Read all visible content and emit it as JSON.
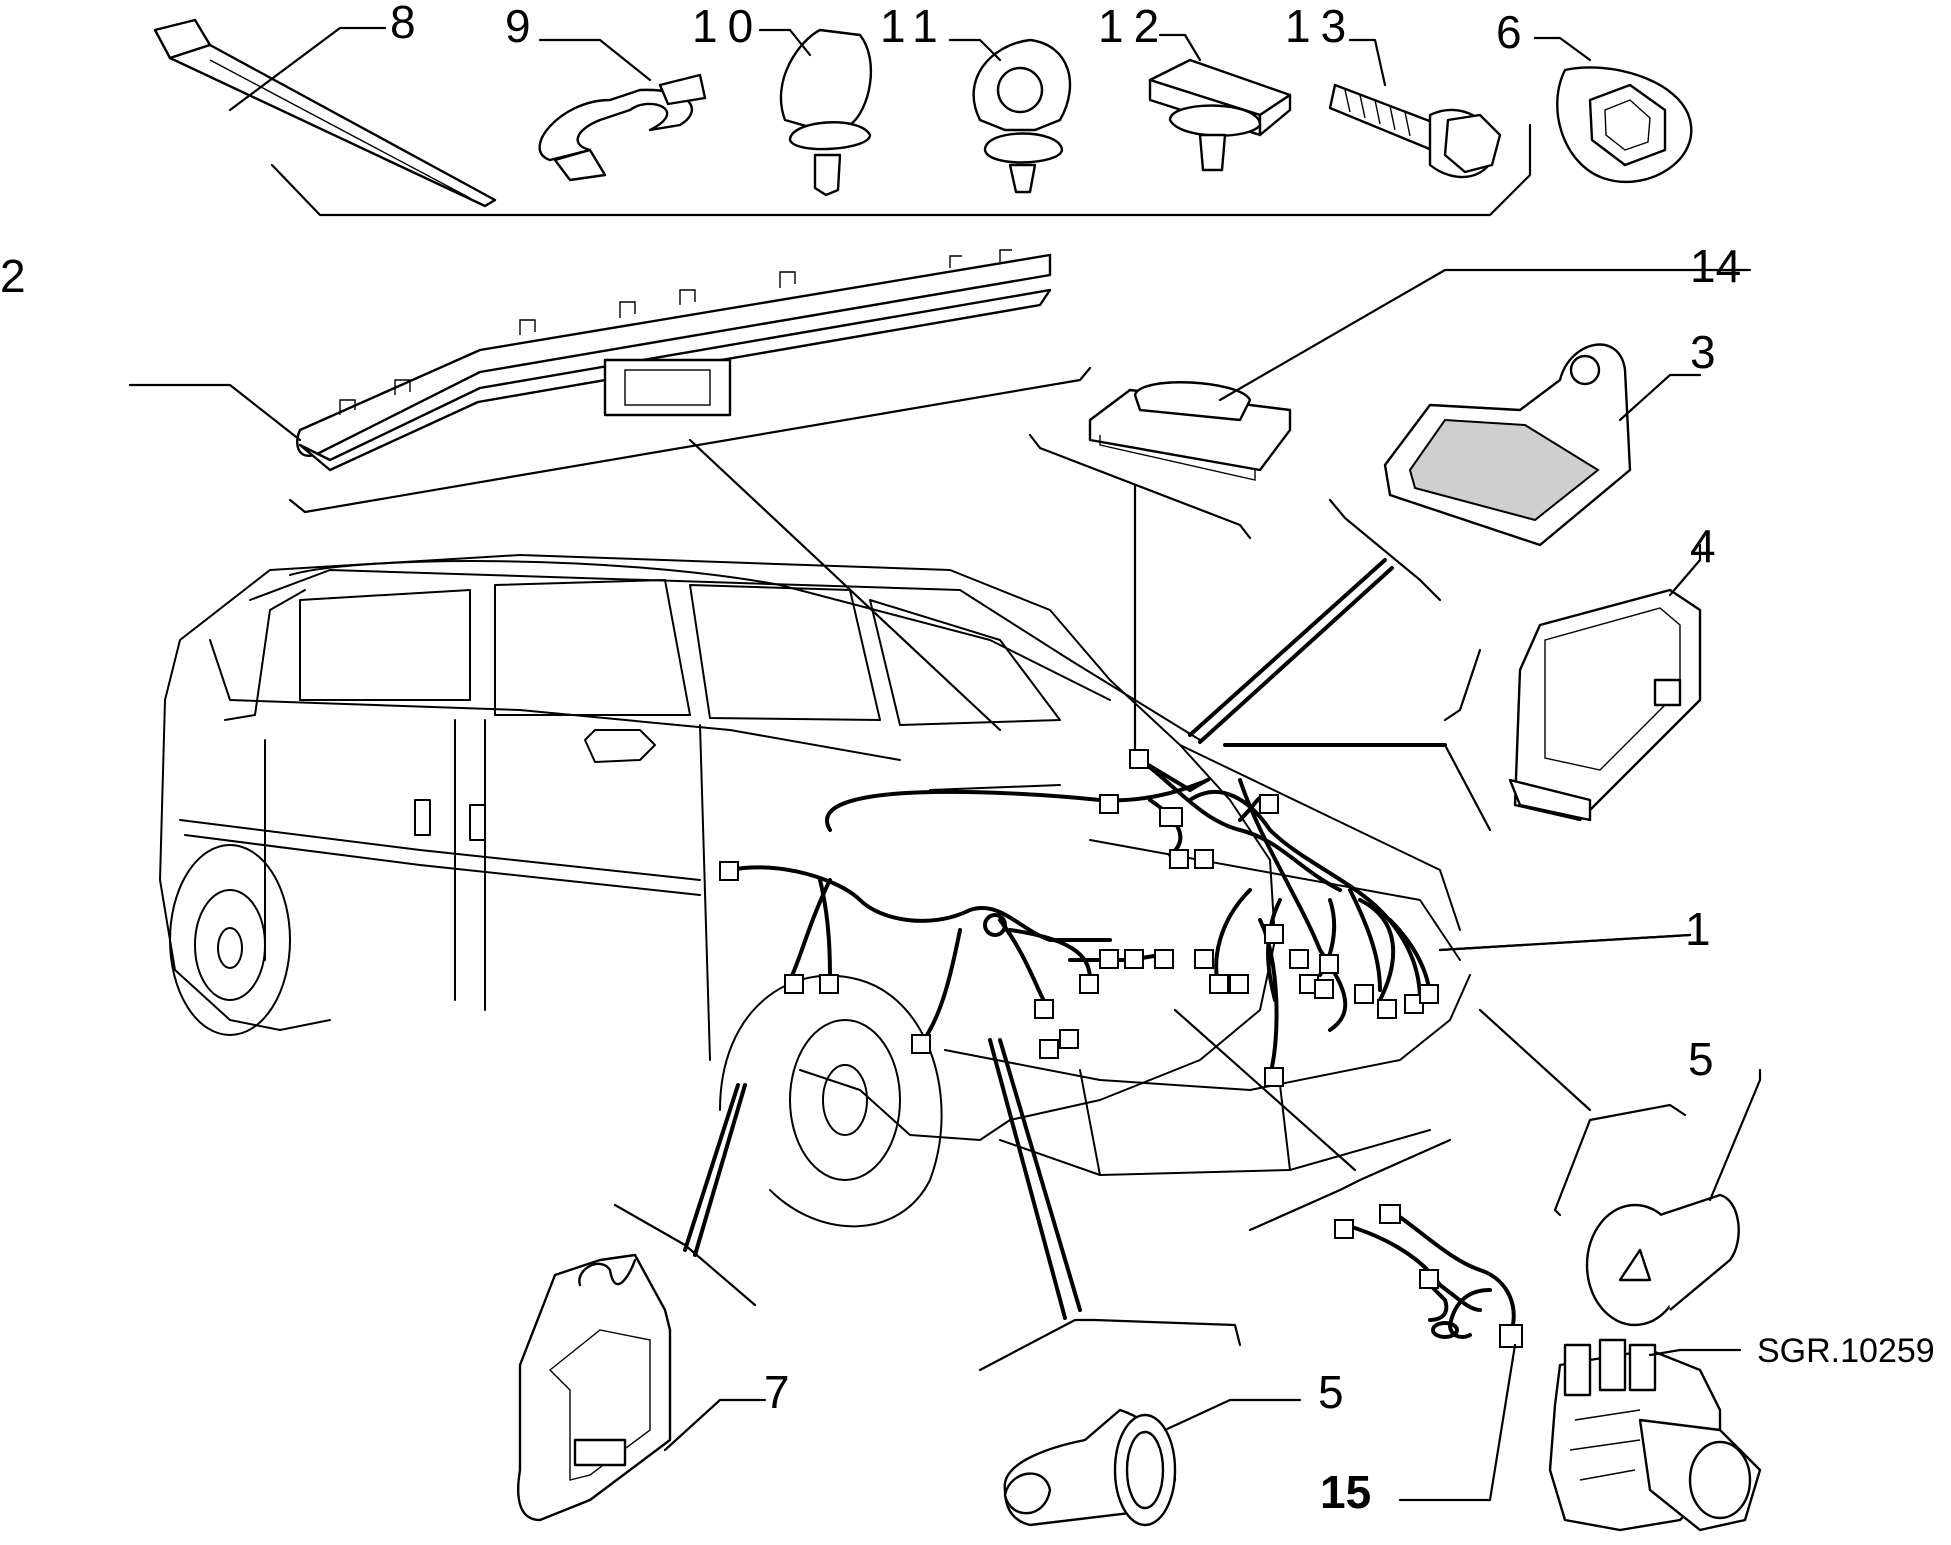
{
  "diagram": {
    "code": "SGR.10259",
    "labels": {
      "p1": "1",
      "p2": "2",
      "p3": "3",
      "p4": "4",
      "p5a": "5",
      "p5b": "5",
      "p6": "6",
      "p7": "7",
      "p8": "8",
      "p9": "9",
      "p10": "10",
      "p11": "11",
      "p12": "12",
      "p13": "13",
      "p14": "14",
      "p15": "15"
    }
  }
}
